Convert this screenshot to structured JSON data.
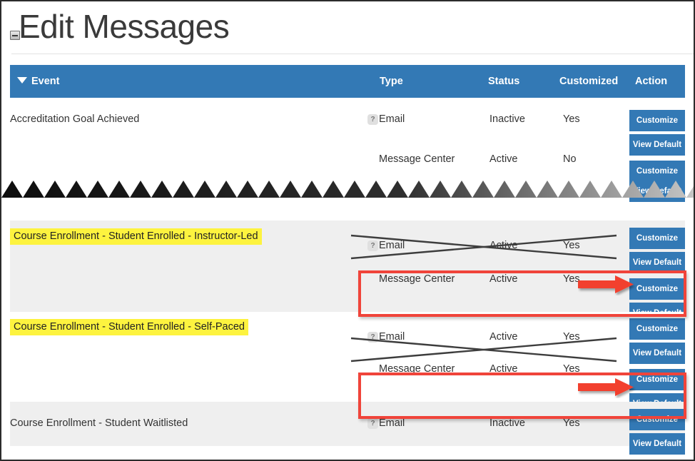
{
  "page": {
    "title": "Edit Messages",
    "collapse_icon": "collapse-minus-icon"
  },
  "accent": {
    "header_blue": "#3379b5",
    "button_blue": "#3379b5",
    "highlight_yellow": "#fdf33f",
    "annotation_red": "#f0443a",
    "row_alt_gray": "#efefef"
  },
  "table": {
    "sort_indicator": "sort-descending-caret",
    "columns": {
      "event": "Event",
      "type": "Type",
      "status": "Status",
      "customized": "Customized",
      "action": "Action"
    },
    "actions": {
      "customize": "Customize",
      "view_default": "View Default"
    },
    "help_icon": "?",
    "rows": [
      {
        "event": "Accreditation Goal Achieved",
        "banded": false,
        "highlight": false,
        "lines": [
          {
            "type": "Email",
            "has_help": true,
            "status": "Inactive",
            "customized": "Yes"
          },
          {
            "type": "Message Center",
            "has_help": false,
            "status": "Active",
            "customized": "No"
          }
        ]
      },
      {
        "event": "",
        "banded": false,
        "highlight": false,
        "lines": [
          {
            "type": "",
            "has_help": false,
            "status": "",
            "customized": ""
          }
        ]
      },
      {
        "event": "Course Enrollment - Student Enrolled - Instructor-Led",
        "banded": true,
        "highlight": true,
        "lines": [
          {
            "type": "Email",
            "has_help": true,
            "status": "Active",
            "customized": "Yes",
            "crossed_out": true
          },
          {
            "type": "Message Center",
            "has_help": false,
            "status": "Active",
            "customized": "Yes",
            "boxed": true
          }
        ]
      },
      {
        "event": "Course Enrollment - Student Enrolled - Self-Paced",
        "banded": false,
        "highlight": true,
        "lines": [
          {
            "type": "Email",
            "has_help": true,
            "status": "Active",
            "customized": "Yes",
            "crossed_out": true
          },
          {
            "type": "Message Center",
            "has_help": false,
            "status": "Active",
            "customized": "Yes",
            "boxed": true
          }
        ]
      },
      {
        "event": "Course Enrollment - Student Waitlisted",
        "banded": true,
        "highlight": false,
        "lines": [
          {
            "type": "Email",
            "has_help": true,
            "status": "Inactive",
            "customized": "Yes"
          }
        ]
      }
    ]
  },
  "annotations": {
    "tear_mark": "zigzag-cut-line",
    "cross_out_1": "x-strikethrough-email-row",
    "cross_out_2": "x-strikethrough-email-row",
    "callout_box_1": "red-highlight-box",
    "callout_box_2": "red-highlight-box",
    "arrow_1": "red-pointer-arrow",
    "arrow_2": "red-pointer-arrow"
  }
}
